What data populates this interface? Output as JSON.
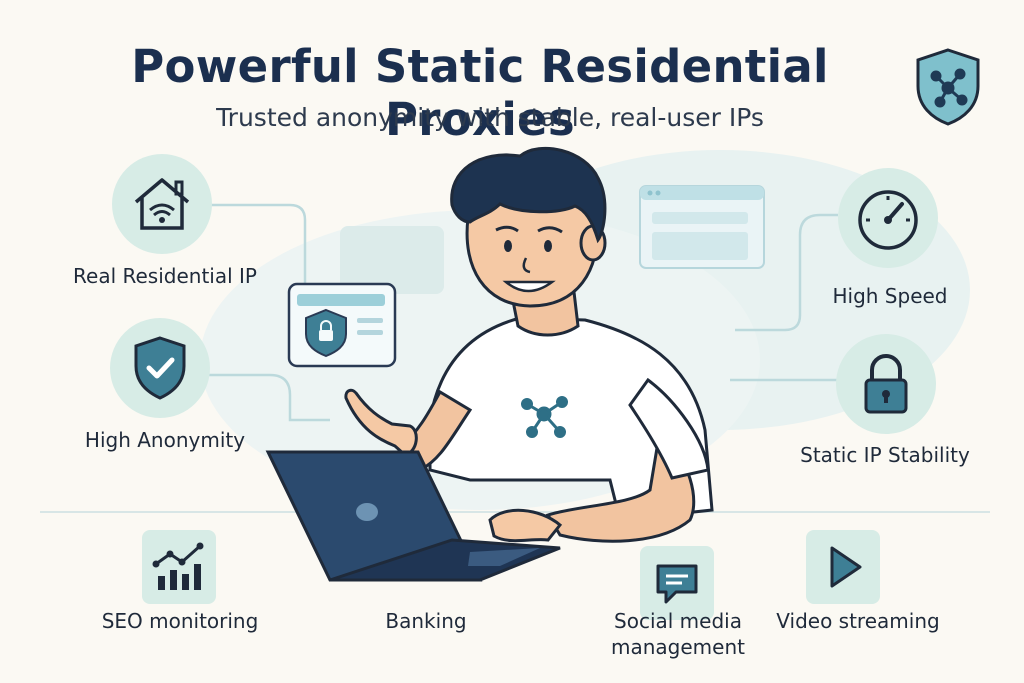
{
  "header": {
    "title": "Powerful Static Residential Proxies",
    "subtitle": "Trusted anonymity with stable, real-user IPs"
  },
  "features": {
    "real_residential_ip": "Real Residential IP",
    "high_anonymity": "High Anonymity",
    "high_speed": "High Speed",
    "static_ip_stability": "Static IP Stability"
  },
  "use_cases": {
    "seo": "SEO monitoring",
    "banking": "Banking",
    "social_line1": "Social media",
    "social_line2": "management",
    "video": "Video streaming"
  },
  "colors": {
    "navy": "#1b2f4f",
    "teal_dark": "#3e7f95",
    "teal_light": "#cfe8e2",
    "icon_bg": "#d7ece6",
    "background": "#fbf9f3"
  },
  "icons": [
    "shield-network-icon",
    "home-wifi-icon",
    "shield-check-icon",
    "speedometer-icon",
    "padlock-icon",
    "chart-icon",
    "chat-icon",
    "play-icon",
    "laptop-icon"
  ]
}
